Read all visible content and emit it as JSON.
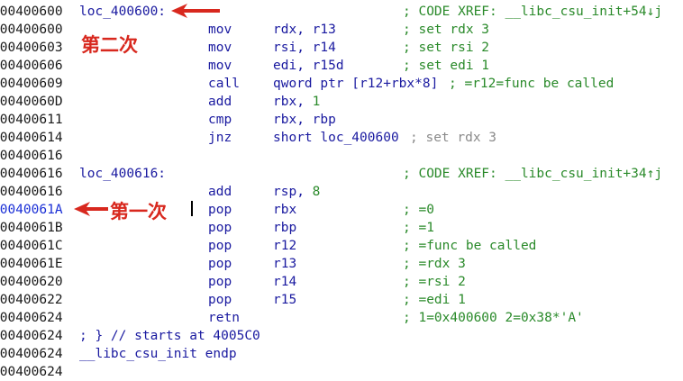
{
  "rows": [
    {
      "addr": "000400600",
      "label": "loc_400600:",
      "mnem": "",
      "ops": "",
      "comment": "; CODE XREF: __libc_csu_init+54↓j"
    },
    {
      "addr": "000400600",
      "label": "",
      "mnem": "mov",
      "ops": "rdx, r13",
      "comment": "; set rdx 3"
    },
    {
      "addr": "000400603",
      "label": "",
      "mnem": "mov",
      "ops": "rsi, r14",
      "comment": "; set rsi 2"
    },
    {
      "addr": "000400606",
      "label": "",
      "mnem": "mov",
      "ops": "edi, r15d",
      "comment": "; set edi 1"
    },
    {
      "addr": "000400609",
      "label": "",
      "mnem": "call",
      "ops": "qword ptr [r12+rbx*8]",
      "comment": "; =r12=func be called"
    },
    {
      "addr": "00040060D",
      "label": "",
      "mnem": "add",
      "ops": "rbx, 1",
      "comment": ""
    },
    {
      "addr": "000400611",
      "label": "",
      "mnem": "cmp",
      "ops": "rbx, rbp",
      "comment": ""
    },
    {
      "addr": "000400614",
      "label": "",
      "mnem": "jnz",
      "ops": "short loc_400600",
      "comment": "; set rdx 3"
    },
    {
      "addr": "000400616",
      "label": "",
      "mnem": "",
      "ops": "",
      "comment": ""
    },
    {
      "addr": "000400616",
      "label": "loc_400616:",
      "mnem": "",
      "ops": "",
      "comment": "; CODE XREF: __libc_csu_init+34↑j"
    },
    {
      "addr": "000400616",
      "label": "",
      "mnem": "add",
      "ops": "rsp, 8",
      "comment": ""
    },
    {
      "addr": "00040061A",
      "label": "",
      "mnem": "pop",
      "ops": "rbx",
      "comment": "; =0"
    },
    {
      "addr": "00040061B",
      "label": "",
      "mnem": "pop",
      "ops": "rbp",
      "comment": "; =1"
    },
    {
      "addr": "00040061C",
      "label": "",
      "mnem": "pop",
      "ops": "r12",
      "comment": "; =func be called"
    },
    {
      "addr": "00040061E",
      "label": "",
      "mnem": "pop",
      "ops": "r13",
      "comment": "; =rdx 3"
    },
    {
      "addr": "000400620",
      "label": "",
      "mnem": "pop",
      "ops": "r14",
      "comment": "; =rsi 2"
    },
    {
      "addr": "000400622",
      "label": "",
      "mnem": "pop",
      "ops": "r15",
      "comment": "; =edi 1"
    },
    {
      "addr": "000400624",
      "label": "",
      "mnem": "retn",
      "ops": "",
      "comment": "; 1=0x400600 2=0x38*'A'"
    },
    {
      "addr": "000400624",
      "label": "; } // starts at 4005C0",
      "mnem": "",
      "ops": "",
      "comment": ""
    },
    {
      "addr": "000400624",
      "label": "__libc_csu_init endp",
      "mnem": "",
      "ops": "",
      "comment": ""
    },
    {
      "addr": "000400624",
      "label": "",
      "mnem": "",
      "ops": "",
      "comment": ""
    }
  ],
  "annotations": {
    "second": "第二次",
    "first": "第一次"
  },
  "colors": {
    "annotation": "#d8281e",
    "comment": "#2a8a2a",
    "code": "#1a1aa0",
    "highlight_addr": "#1a2fd6"
  }
}
